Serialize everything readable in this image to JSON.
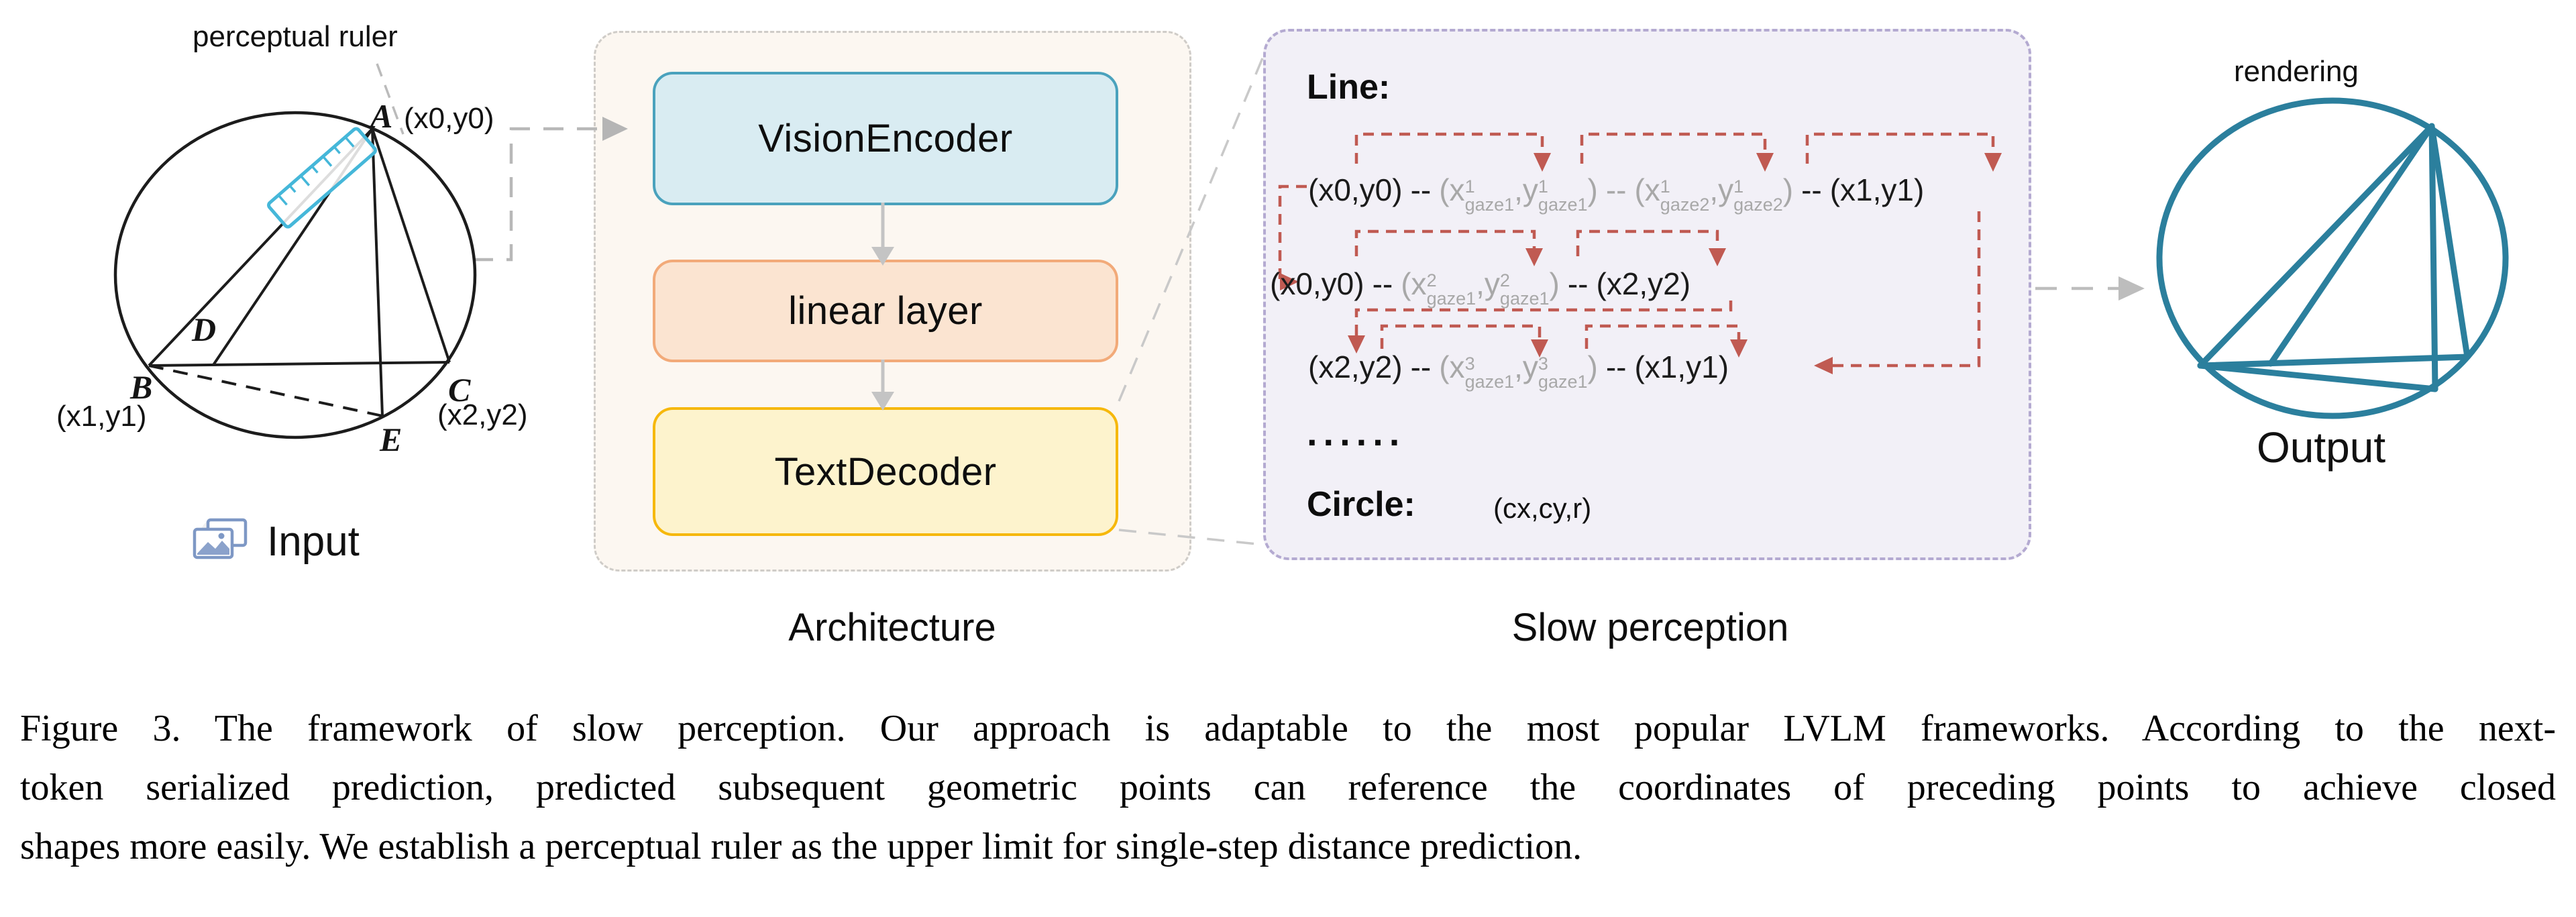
{
  "figure": {
    "input": {
      "ruler_label": "perceptual ruler",
      "points": {
        "A": "A",
        "A_coord": "(x0,y0)",
        "B": "B",
        "B_coord": "(x1,y1)",
        "C": "C",
        "C_coord": "(x2,y2)",
        "D": "D",
        "E": "E"
      },
      "label": "Input",
      "icons": {
        "input": "images-icon",
        "ruler": "ruler-icon"
      }
    },
    "architecture": {
      "title": "Architecture",
      "boxes": [
        {
          "label": "VisionEncoder",
          "fill": "#d9ecf2",
          "border": "#4aa2bd"
        },
        {
          "label": "linear layer",
          "fill": "#fbe4d1",
          "border": "#f2aa79"
        },
        {
          "label": "TextDecoder",
          "fill": "#fdf3cd",
          "border": "#f6b80c"
        }
      ]
    },
    "slow": {
      "title": "Slow perception",
      "heading_line": "Line:",
      "sep": "--",
      "rows": [
        {
          "p0": "(x0,y0)",
          "g1": {
            "open": "(x",
            "sup": "1",
            "sub": "gaze1",
            "mid": ",y",
            "sup2": "1",
            "sub2": "gaze1",
            "close": ")"
          },
          "g2": {
            "open": "(x",
            "sup": "1",
            "sub": "gaze2",
            "mid": ",y",
            "sup2": "1",
            "sub2": "gaze2",
            "close": ")"
          },
          "p1": "(x1,y1)"
        },
        {
          "p0": "(x0,y0)",
          "g1": {
            "open": "(x",
            "sup": "2",
            "sub": "gaze1",
            "mid": ",y",
            "sup2": "2",
            "sub2": "gaze1",
            "close": ")"
          },
          "p1": "(x2,y2)"
        },
        {
          "p0": "(x2,y2)",
          "g1": {
            "open": "(x",
            "sup": "3",
            "sub": "gaze1",
            "mid": ",y",
            "sup2": "3",
            "sub2": "gaze1",
            "close": ")"
          },
          "p1": "(x1,y1)"
        }
      ],
      "ellipsis": "......",
      "heading_circle": "Circle:",
      "circle_value": "(cx,cy,r)"
    },
    "output": {
      "top_label": "rendering",
      "label": "Output"
    },
    "colors": {
      "encoder_fill": "#d9ecf2",
      "encoder_border": "#4aa2bd",
      "linear_fill": "#fbe4d1",
      "linear_border": "#f2aa79",
      "decoder_fill": "#fdf3cd",
      "decoder_border": "#f6b80c",
      "arch_panel_bg": "#fcf7f1",
      "slow_panel_bg": "#f2f0f7",
      "slow_panel_border": "#b4aad1",
      "red_arrow": "#c05a52",
      "gaze_gray": "#a8a8a8",
      "teal_output": "#2b7f9d",
      "ruler_cyan": "#45b7d9",
      "icon_blue": "#7e98c5",
      "connector_gray": "#bdbdbd"
    }
  },
  "caption": {
    "lines": [
      "Figure 3. The framework of slow perception. Our approach is adaptable to the most popular LVLM frameworks. According to the next-",
      "token serialized prediction, predicted subsequent geometric points can reference the coordinates of preceding points to achieve closed",
      "shapes more easily. We establish a perceptual ruler as the upper limit for single-step distance prediction."
    ]
  }
}
